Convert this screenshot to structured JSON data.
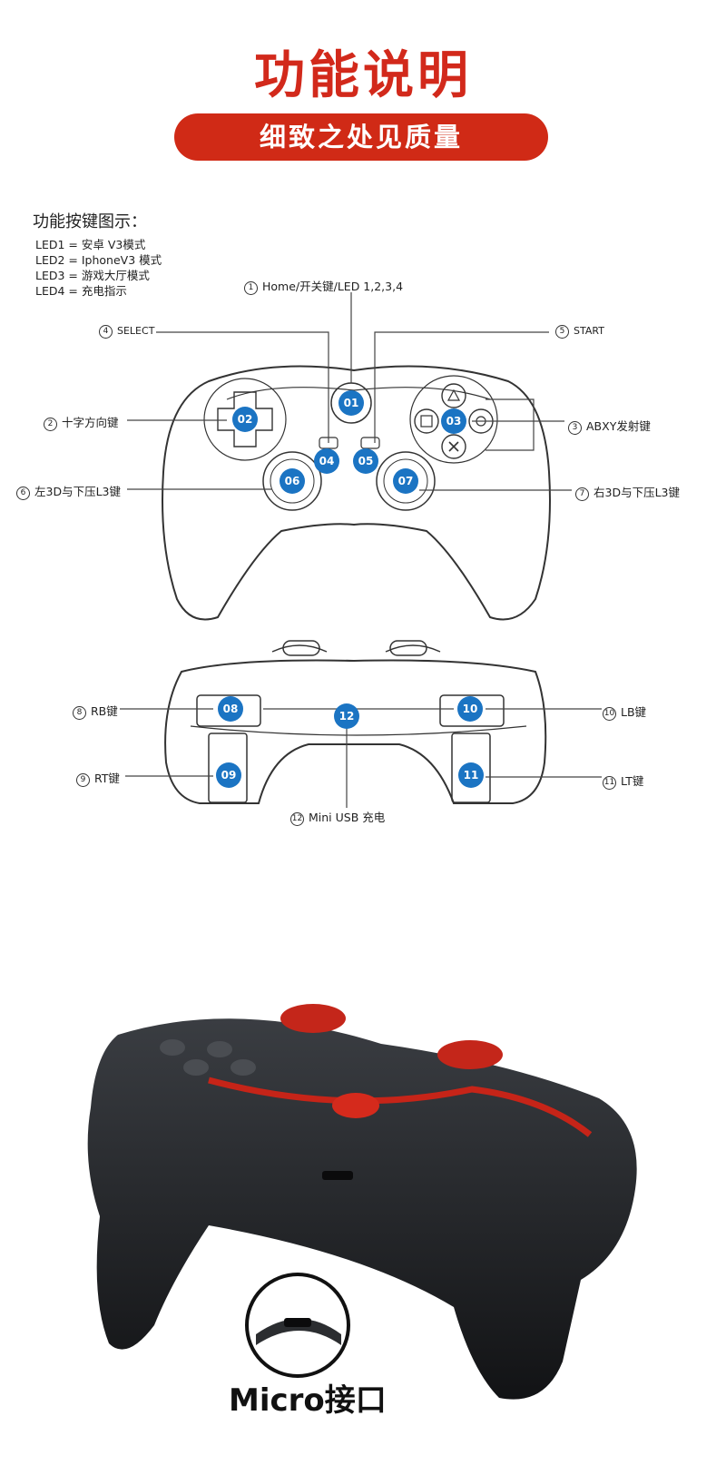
{
  "header": {
    "title": "功能说明",
    "subtitle": "细致之处见质量"
  },
  "legend": {
    "heading": "功能按键图示：",
    "leds": [
      "LED1 = 安卓 V3模式",
      "LED2 = IphoneV3 模式",
      "LED3 = 游戏大厅模式",
      "LED4 = 充电指示"
    ]
  },
  "labels": {
    "home": "Home/开关键/LED 1,2,3,4",
    "select": "SELECT",
    "start": "START",
    "dpad": "十字方向键",
    "abxy": "ABXY发射键",
    "l3": "左3D与下压L3键",
    "r3": "右3D与下压L3键",
    "rb": "RB键",
    "rt": "RT键",
    "lb": "LB键",
    "lt": "LT键",
    "usb": "Mini USB 充电"
  },
  "circled_numbers": [
    "1",
    "2",
    "3",
    "4",
    "5",
    "6",
    "7",
    "8",
    "9",
    "10",
    "11",
    "12"
  ],
  "badges": [
    "01",
    "02",
    "03",
    "04",
    "05",
    "06",
    "07",
    "08",
    "09",
    "10",
    "11",
    "12"
  ],
  "photo": {
    "caption": "Micro接口"
  },
  "colors": {
    "accent_red": "#d02a16",
    "badge_blue": "#1b74c3"
  }
}
